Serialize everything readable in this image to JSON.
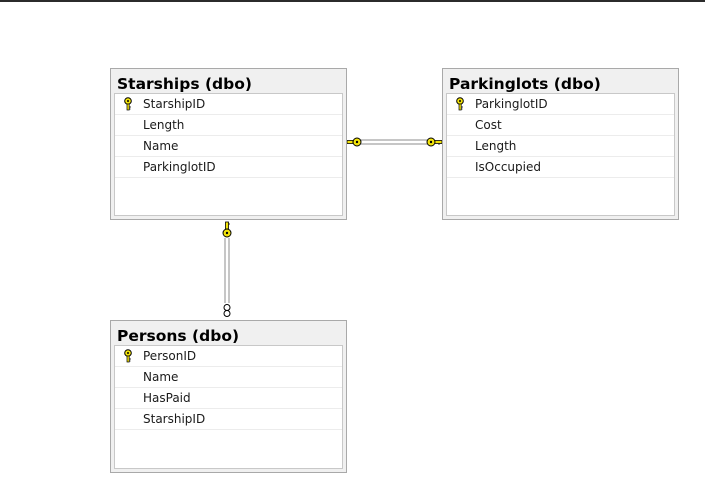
{
  "tables": [
    {
      "title": "Starships (dbo)",
      "columns": [
        {
          "name": "StarshipID",
          "icon": "primary-key-icon"
        },
        {
          "name": "Length",
          "icon": ""
        },
        {
          "name": "Name",
          "icon": ""
        },
        {
          "name": "ParkinglotID",
          "icon": ""
        }
      ]
    },
    {
      "title": "Parkinglots (dbo)",
      "columns": [
        {
          "name": "ParkinglotID",
          "icon": "primary-key-icon"
        },
        {
          "name": "Cost",
          "icon": ""
        },
        {
          "name": "Length",
          "icon": ""
        },
        {
          "name": "IsOccupied",
          "icon": ""
        }
      ]
    },
    {
      "title": "Persons (dbo)",
      "columns": [
        {
          "name": "PersonID",
          "icon": "primary-key-icon"
        },
        {
          "name": "Name",
          "icon": ""
        },
        {
          "name": "HasPaid",
          "icon": ""
        },
        {
          "name": "StarshipID",
          "icon": ""
        }
      ]
    }
  ],
  "relationships": [
    {
      "from": "Starships",
      "to": "Parkinglots",
      "from_end": "key-icon",
      "to_end": "key-icon"
    },
    {
      "from": "Starships",
      "to": "Persons",
      "from_end": "key-icon",
      "to_end": "infinity-icon"
    }
  ],
  "colors": {
    "key_yellow": "#f2e30a",
    "key_outline": "#000000",
    "frame_bg": "#f0f0f0",
    "frame_border": "#a9a9a9",
    "connector": "#8c8c8c"
  }
}
